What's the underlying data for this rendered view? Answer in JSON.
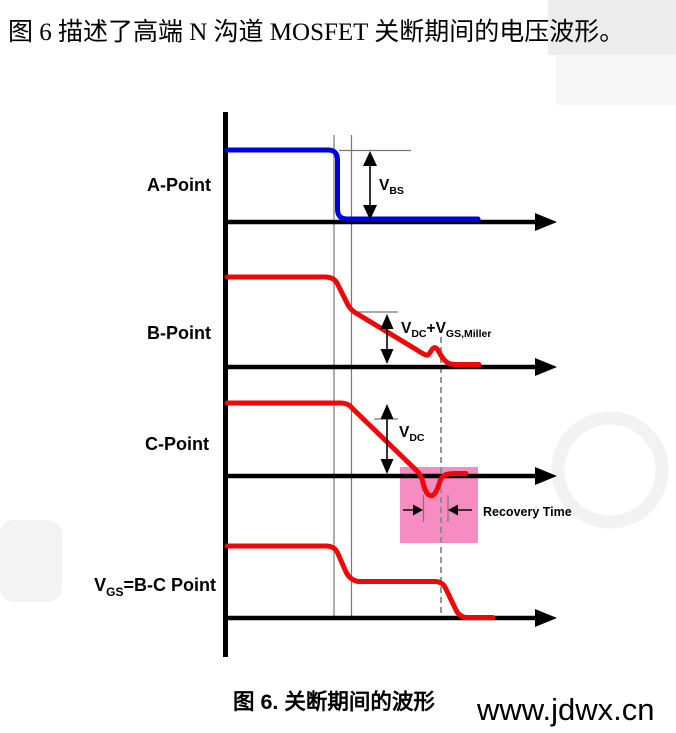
{
  "intro": "图 6 描述了高端 N 沟道 MOSFET 关断期间的电压波形。",
  "rows": {
    "a": "A-Point",
    "b": "B-Point",
    "c": "C-Point",
    "g_v": "V",
    "g_sub": "GS",
    "g_rest": "=B-C Point"
  },
  "annotations": {
    "vbs_v": "V",
    "vbs_sub": "BS",
    "vdcm_v": "V",
    "vdcm_sub": "DC",
    "vdcm_plus": "+V",
    "vdcm_sub2": "GS,Miller",
    "vdc_v": "V",
    "vdc_sub": "DC",
    "recovery": "Recovery Time"
  },
  "caption": "图 6. 关断期间的波形",
  "url": "www.jdwx.cn",
  "colors": {
    "blue_trace": "#0000DD",
    "red_trace": "#EE0808",
    "highlight_pink": "#F78CC3",
    "url_blue": "#1A1AFF",
    "axis_black": "#000000",
    "ref_gray": "#777777"
  }
}
